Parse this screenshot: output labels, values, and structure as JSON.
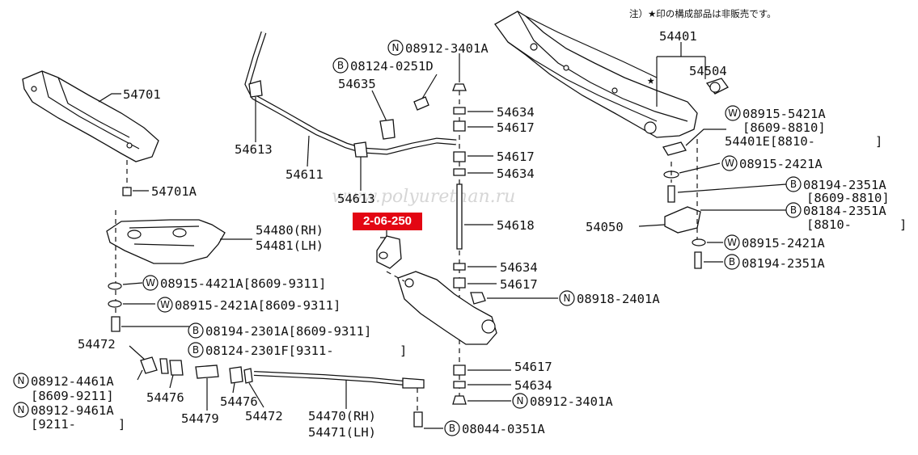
{
  "note": "注）★印の構成部品は非販売です。",
  "watermark": "www.polyurethan.ru",
  "badge": {
    "text": "2-06-250",
    "color": "#e30613"
  },
  "labels": {
    "p54401": "54401",
    "p54504": "54504",
    "w_0891554211A": "08915-5421A",
    "d_8609_8810_a": "[8609-8810]",
    "p54401E": "54401E[8810-",
    "br_close_a": "]",
    "w_089152421A_a": "08915-2421A",
    "b_081942351A_a": "08194-2351A",
    "d_8609_8810_b": "[8609-8810]",
    "b_081842351A": "08184-2351A",
    "d_8810": "[8810-",
    "br_close_b": "]",
    "p54050": "54050",
    "w_089152421A_b": "08915-2421A",
    "b_081942351A_b": "08194-2351A",
    "n_089123401A_top": "08912-3401A",
    "b_081240251D": "08124-0251D",
    "p54635": "54635",
    "p54634_a": "54634",
    "p54617_a": "54617",
    "p54617_b": "54617",
    "p54634_b": "54634",
    "p54618": "54618",
    "p54634_c": "54634",
    "p54617_c": "54617",
    "n_089182401A": "08918-2401A",
    "p54617_d": "54617",
    "p54634_d": "54634",
    "n_089123401A_bot": "08912-3401A",
    "b_080440351A": "08044-0351A",
    "p54701": "54701",
    "p54701A": "54701A",
    "p54613_a": "54613",
    "p54611": "54611",
    "p54613_b": "54613",
    "p54480": "54480(RH)",
    "p54481": "54481(LH)",
    "w_089154421A": "08915-4421A[8609-9311]",
    "w_089152421A_c": "08915-2421A[8609-9311]",
    "b_081942301A": "08194-2301A[8609-9311]",
    "b_081242301F": "08124-2301F[9311-",
    "br_close_c": "]",
    "p54472_a": "54472",
    "n_089124461A": "08912-4461A",
    "d_8609_9211": "[8609-9211]",
    "n_089129461A": "08912-9461A",
    "d_9211": "[9211-",
    "br_close_d": "]",
    "p54476_a": "54476",
    "p54479": "54479",
    "p54476_b": "54476",
    "p54472_b": "54472",
    "p54470": "54470(RH)",
    "p54471": "54471(LH)"
  },
  "symbols": {
    "N": "N",
    "B": "B",
    "W": "W",
    "star": "★"
  }
}
